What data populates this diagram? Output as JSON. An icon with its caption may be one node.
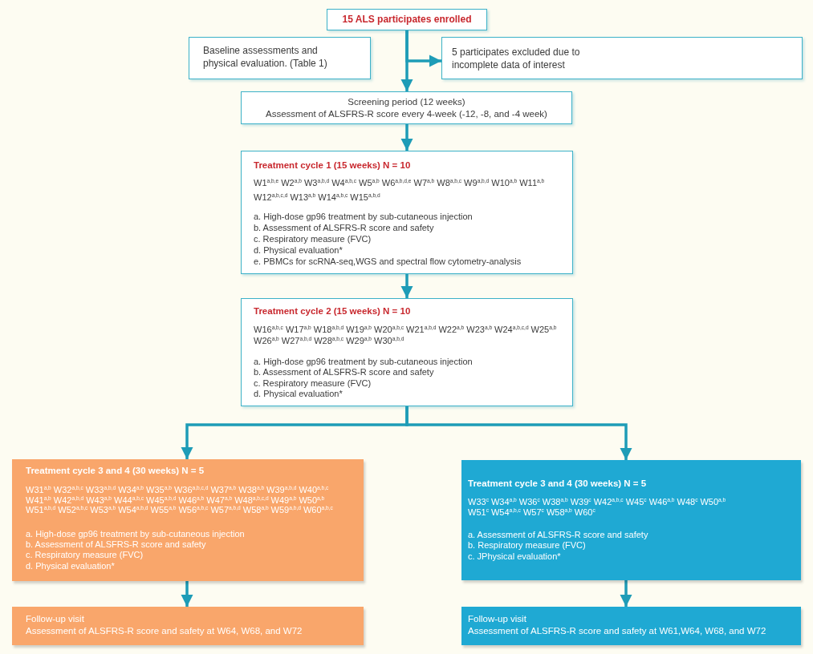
{
  "diagram": {
    "nodes": [
      {
        "text": [
          "15 ALS participates enrolled"
        ]
      },
      {
        "text": [
          "Baseline assessments and physical evaluation. (Table 1)"
        ]
      },
      {
        "text": [
          "5 participates excluded due to incomplete data of interest"
        ]
      },
      {
        "text": [
          "Screening period (12 weeks)",
          "Assessment of ALSFRS-R score every 4-week (-12, -8, and -4 week)"
        ]
      },
      {
        "text": [
          "Treatment cycle 1 (15 weeks) N = 10",
          "W1$^{a,b,e}$ W2$^{a,b}$ W3$^{a,b,d}$ W4$^{a,b,c}$ W5$^{a,b}$ W6$^{a,b,d,e}$ W7$^{a,b}$ W8$^{a,b,c}$ W9$^{a,b,d}$ W10$^{a,b}$ W11$^{a,b}$ W12$^{a,b,c,d}$ W13$^{a,b}$ W14$^{a,b,c}$ W15$^{a,b,d}$",
          "a. High-dose gp96 treatment by sub-cutaneous injection",
          "b. Assessment of ALSFRS-R score and safety",
          "c. Respiratory measure (FVC)",
          "d. Physical evaluation*",
          "e. PBMCs for scRNA-seq,WGS and spectral flow cytometry-analysis"
        ]
      },
      {
        "text": [
          "Treatment cycle 2 (15 weeks) N = 10",
          "W16$^{a,b,c}$ W17$^{a,b}$ W18$^{a,b,d}$ W19$^{a,b}$ W20$^{a,b,c}$ W21$^{a,b,d}$ W22$^{a,b}$ W23$^{a,b}$ W24$^{a,b,c,d}$ W25$^{a,b}$ W26$^{a,b}$ W27$^{a,b,d}$ W28$^{a,b,c}$ W29$^{a,b}$ W30$^{a,b,d}$",
          "a. High-dose gp96 treatment by sub-cutaneous injection",
          "b. Assessment of ALSFRS-R score and safety",
          "c. Respiratory measure (FVC)",
          "d. Physical evaluation*"
        ]
      },
      {
        "text": [
          "Treatment cycle 3 and 4 (30 weeks) N = 5",
          "W31$^{a,b}$ W32$^{a,b,c}$ W33$^{a,b,d}$ W34$^{a,b}$ W35$^{a,b}$ W36$^{a,b,c,d}$ W37$^{a,b}$ W38$^{a,b}$ W39$^{a,b,d}$ W40$^{a,b,c}$ W41$^{a,b}$ W42$^{a,b,d}$ W43$^{a,b}$ W44$^{a,b,c}$ W45$^{a,b,d}$ W46$^{a,b}$ W47$^{a,b}$ W48$^{a,b,c,d}$ W49$^{a,b}$ W50$^{a,b}$ W51$^{a,b,d}$ W52$^{a,b,c}$ W53$^{a,b}$ W54$^{a,b,d}$ W55$^{a,b}$ W56$^{a,b,c}$ W57$^{a,b,d}$ W58$^{a,b}$ W59$^{a,b,d}$ W60$^{a,b,c}$",
          "a. High-dose gp96 treatment by sub-cutaneous injection",
          "b. Assessment of ALSFRS-R score and safety",
          "c. Respiratory measure (FVC)",
          "d. Physical evaluation*"
        ]
      },
      {
        "text": [
          "Treatment cycle 3 and 4 (30 weeks) N = 5",
          "W33$^{c}$ W34$^{a,b}$ W36$^{c}$ W38$^{a,b}$ W39$^{c}$ W42$^{a,b,c}$ W45$^{c}$ W46$^{a,b}$ W48$^{c}$ W50$^{a,b}$ W51$^{c}$ W54$^{a,b,c}$ W57$^{c}$ W58$^{a,b}$ W60$^{c}$",
          "a. Assessment of ALSFRS-R score and safety",
          "b. Respiratory measure (FVC)",
          "c. JPhysical evaluation*"
        ]
      },
      {
        "text": [
          "Follow-up visit",
          "Assessment of ALSFRS-R score and safety at W64, W68, and W72"
        ]
      },
      {
        "text": [
          "Follow-up visit",
          "Assessment of ALSFRS-R score and safety at W61,W64, W68, and W72"
        ]
      }
    ],
    "edges": [
      {
        "from": 0,
        "to": 3,
        "arrow": "to"
      },
      {
        "from": 0,
        "to": 2,
        "arrow": "to"
      },
      {
        "from": 3,
        "to": 4,
        "arrow": "to"
      },
      {
        "from": 4,
        "to": 5,
        "arrow": "to"
      },
      {
        "from": 5,
        "to": 6,
        "arrow": "to"
      },
      {
        "from": 5,
        "to": 7,
        "arrow": "to"
      },
      {
        "from": 6,
        "to": 8,
        "arrow": "to"
      },
      {
        "from": 7,
        "to": 9,
        "arrow": "to"
      }
    ]
  }
}
